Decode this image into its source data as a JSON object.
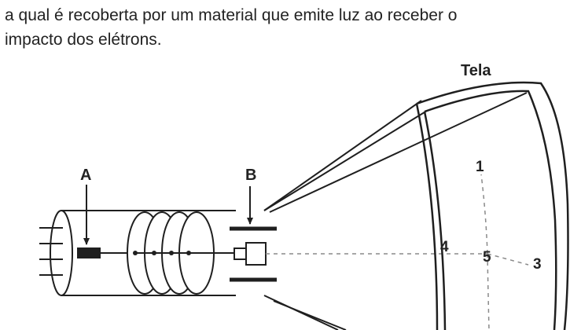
{
  "text": {
    "line1": "a qual é recoberta por um material que emite luz ao receber o",
    "line2": "impacto dos elétrons."
  },
  "diagram": {
    "screen_label": "Tela",
    "label_a": "A",
    "label_b": "B",
    "point_1": "1",
    "point_3": "3",
    "point_4": "4",
    "point_5": "5"
  }
}
